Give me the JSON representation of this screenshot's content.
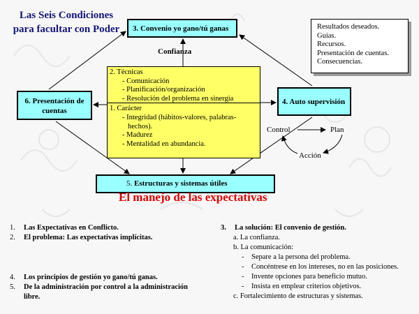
{
  "title_lines": [
    "Las Seis Condiciones",
    "para facultar con Poder"
  ],
  "boxes": {
    "convenio": "3. Convenio yo gano/tú ganas",
    "presentacion": "6. Presentación de cuentas",
    "autosupervision": "4. Auto supervisión",
    "estructuras_num": "5.",
    "estructuras": "Estructuras y sistemas útiles"
  },
  "center": {
    "tecnicas_title": "2. Técnicas",
    "tecnicas": [
      "- Comunicación",
      "- Planificación/organización",
      "- Resolución del problema en sinergia"
    ],
    "caracter_title": "1. Carácter",
    "caracter": [
      "- Integridad (hábitos-valores, palabras-",
      "hechos).",
      "- Madurez",
      "- Mentalidad en abundancia."
    ]
  },
  "labels": {
    "confianza": "Confianza",
    "control": "Control",
    "plan": "Plan",
    "accion": "Acción"
  },
  "results": [
    "Resultados deseados.",
    "Guías.",
    "Recursos.",
    "Presentación de cuentas.",
    "Consecuencias."
  ],
  "subtitle": "El manejo de las expectativas",
  "left_list_top": [
    {
      "num": "1.",
      "text": "Las Expectativas en Conflicto."
    },
    {
      "num": "2.",
      "text": "El problema: Las expectativas implícitas."
    }
  ],
  "left_list_bottom": [
    {
      "num": "4.",
      "text": "Los principios de gestión yo gano/tú ganas."
    },
    {
      "num": "5.",
      "text": "De la administración por control a la administración",
      "text2": "libre."
    }
  ],
  "right_list": {
    "num": "3.",
    "heading": "La solución: El convenio de gestión.",
    "a": "a. La confianza.",
    "b": "b. La comunicación:",
    "b_items": [
      "Separe a la persona del problema.",
      "Concéntrese en los intereses, no en las posiciones.",
      "Invente opciones para beneficio mutuo.",
      "Insista en emplear criterios objetivos."
    ],
    "c": "c. Fortalecimiento de estructuras y sistemas."
  },
  "colors": {
    "cyan": "#99ffff",
    "yellow": "#ffff66",
    "title": "#14147a",
    "subtitle": "#e00000"
  }
}
